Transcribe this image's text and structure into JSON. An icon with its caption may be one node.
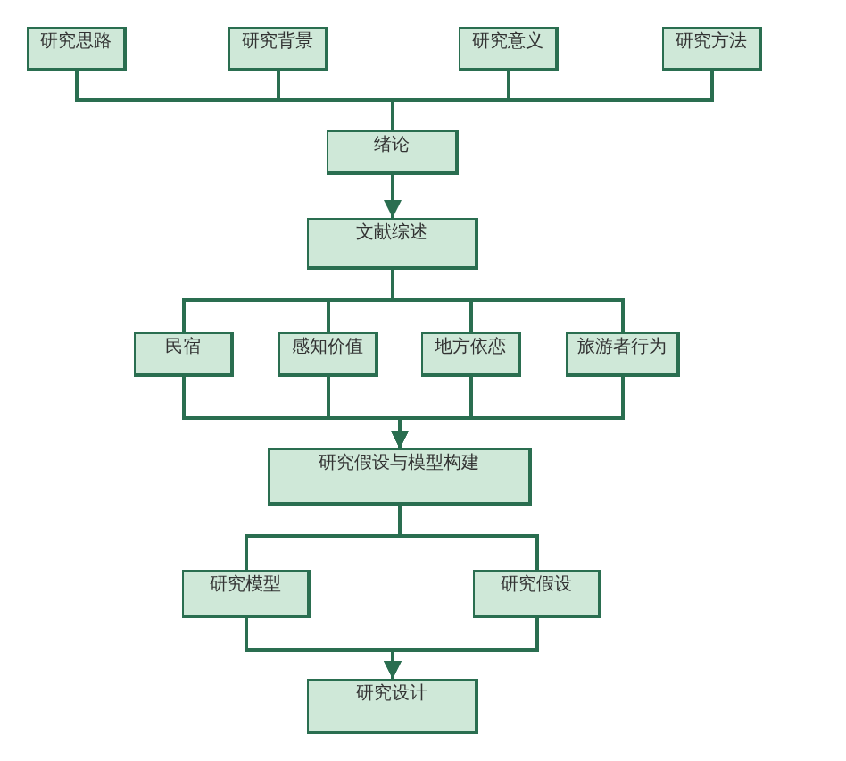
{
  "diagram": {
    "nodes": [
      {
        "text": [
          "研究思路"
        ]
      },
      {
        "text": [
          "研究背景"
        ]
      },
      {
        "text": [
          "研究意义"
        ]
      },
      {
        "text": [
          "研究方法"
        ]
      },
      {
        "text": [
          "绪论"
        ]
      },
      {
        "text": [
          "文献综述"
        ]
      },
      {
        "text": [
          "民宿"
        ]
      },
      {
        "text": [
          "感知价值"
        ]
      },
      {
        "text": [
          "地方依恋"
        ]
      },
      {
        "text": [
          "旅游者行为"
        ]
      },
      {
        "text": [
          "研究假设与模型构建"
        ]
      },
      {
        "text": [
          "研究模型"
        ]
      },
      {
        "text": [
          "研究假设"
        ]
      },
      {
        "text": [
          "研究设计"
        ]
      }
    ],
    "edges": [
      {
        "from": 0,
        "to": 4,
        "arrow": "none"
      },
      {
        "from": 1,
        "to": 4,
        "arrow": "none"
      },
      {
        "from": 2,
        "to": 4,
        "arrow": "none"
      },
      {
        "from": 3,
        "to": 4,
        "arrow": "none"
      },
      {
        "from": 4,
        "to": 5,
        "arrow": "to"
      },
      {
        "from": 5,
        "to": 6,
        "arrow": "none"
      },
      {
        "from": 5,
        "to": 7,
        "arrow": "none"
      },
      {
        "from": 5,
        "to": 8,
        "arrow": "none"
      },
      {
        "from": 5,
        "to": 9,
        "arrow": "none"
      },
      {
        "from": 6,
        "to": 10,
        "arrow": "to"
      },
      {
        "from": 7,
        "to": 10,
        "arrow": "to"
      },
      {
        "from": 8,
        "to": 10,
        "arrow": "to"
      },
      {
        "from": 9,
        "to": 10,
        "arrow": "to"
      },
      {
        "from": 10,
        "to": 11,
        "arrow": "none"
      },
      {
        "from": 10,
        "to": 12,
        "arrow": "none"
      },
      {
        "from": 11,
        "to": 13,
        "arrow": "to"
      },
      {
        "from": 12,
        "to": 13,
        "arrow": "to"
      }
    ]
  }
}
